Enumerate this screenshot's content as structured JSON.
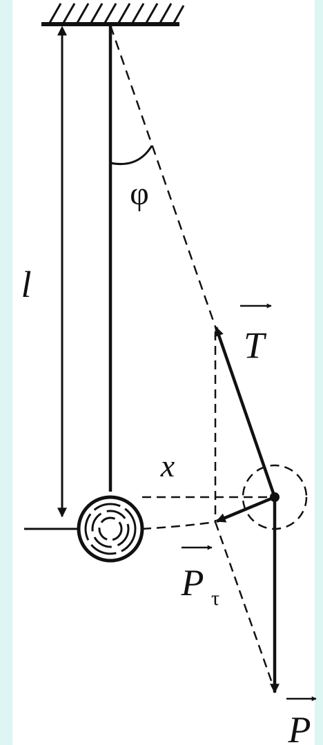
{
  "colors": {
    "background": "#ffffff",
    "side_band": "#ddf5f3",
    "ink": "#111111"
  },
  "labels": {
    "angle": "φ",
    "length": "l",
    "displacement": "x",
    "tension": "T",
    "tangential_force_letter": "P",
    "tangential_force_subscript": "τ",
    "weight": "P"
  }
}
